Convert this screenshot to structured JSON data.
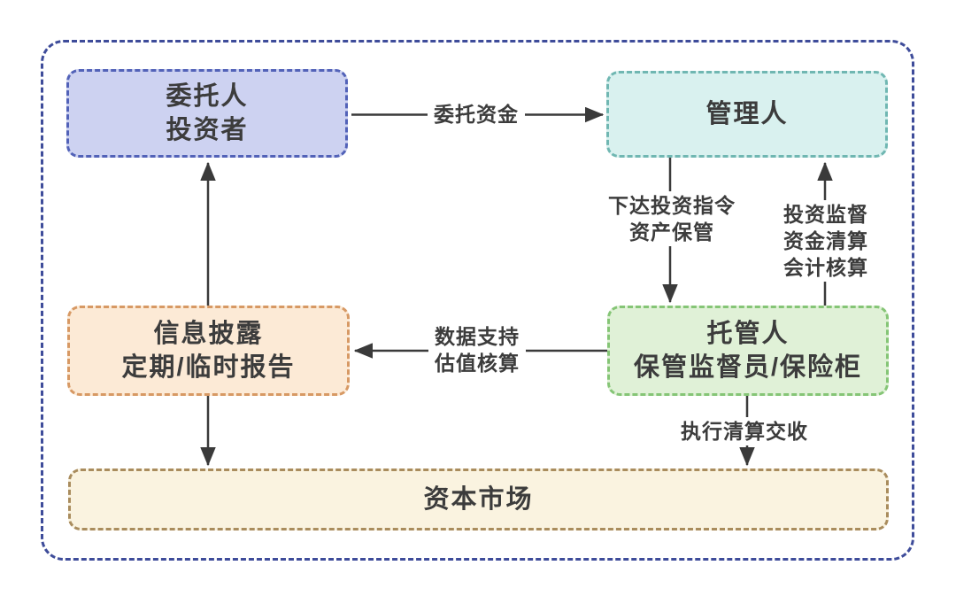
{
  "diagram": {
    "background": "#ffffff",
    "outer_border_color": "#3e4c9a",
    "arrow_color": "#3a3a3a",
    "text_color": "#3c3c3c",
    "nodes": {
      "principal": {
        "lines": [
          "委托人",
          "投资者"
        ],
        "fill": "#cdd2f1",
        "border": "#5262b8"
      },
      "manager": {
        "lines": [
          "管理人"
        ],
        "fill": "#d9f1ef",
        "border": "#70b7b2"
      },
      "disclosure": {
        "lines": [
          "信息披露",
          "定期/临时报告"
        ],
        "fill": "#fcead6",
        "border": "#d79964"
      },
      "custodian": {
        "lines": [
          "托管人",
          "保管监督员/保险柜"
        ],
        "fill": "#e0f1d7",
        "border": "#85c576"
      },
      "capital_market": {
        "lines": [
          "资本市场"
        ],
        "fill": "#faf3e0",
        "border": "#a98c5d"
      }
    },
    "edge_labels": {
      "entrust_funds": {
        "lines": [
          "委托资金"
        ]
      },
      "investment_instruction": {
        "lines": [
          "下达投资指令",
          "资产保管"
        ]
      },
      "supervision": {
        "lines": [
          "投资监督",
          "资金清算",
          "会计核算"
        ]
      },
      "data_support": {
        "lines": [
          "数据支持",
          "估值核算"
        ]
      },
      "clearing_settlement": {
        "lines": [
          "执行清算交收"
        ]
      }
    }
  }
}
